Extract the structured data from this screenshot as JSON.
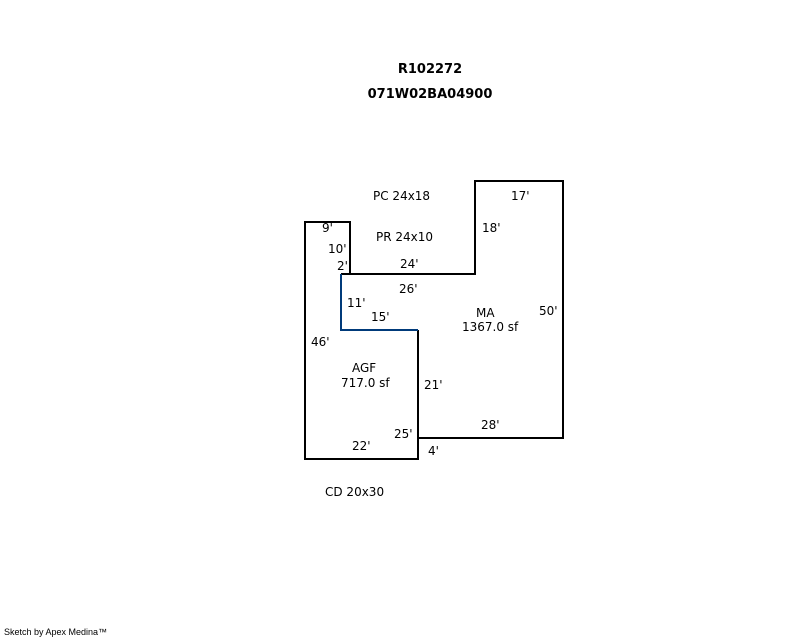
{
  "header": {
    "parcel_id": "R102272",
    "map_number": "071W02BA04900"
  },
  "areas": {
    "pc": "PC 24x18",
    "pr": "PR 24x10",
    "cd": "CD 20x30",
    "ma_name": "MA",
    "ma_area": "1367.0 sf",
    "agf_name": "AGF",
    "agf_area": "717.0 sf"
  },
  "dimensions": {
    "d9": "9'",
    "d10": "10'",
    "d2": "2'",
    "d24": "24'",
    "d18": "18'",
    "d17": "17'",
    "d50": "50'",
    "d26": "26'",
    "d11": "11'",
    "d15": "15'",
    "d46": "46'",
    "d21": "21'",
    "d25": "25'",
    "d28": "28'",
    "d22": "22'",
    "d4": "4'"
  },
  "colors": {
    "outline": "#000000",
    "shared_wall": "#003a7a"
  },
  "footer": "Sketch by Apex Medina™"
}
